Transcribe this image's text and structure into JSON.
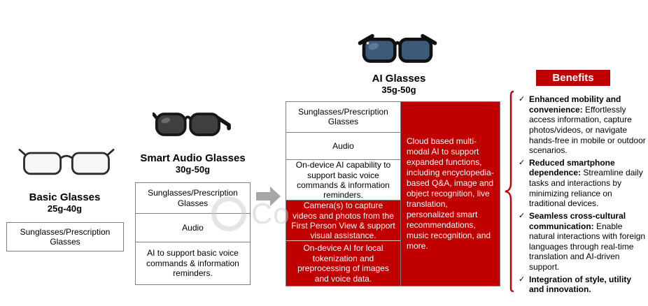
{
  "watermark": {
    "text": "Co"
  },
  "icons": {
    "check": "✓"
  },
  "colors": {
    "accent_red": "#C00000",
    "arrow_gray": "#A6A6A6"
  },
  "basic_glasses": {
    "title": "Basic Glasses",
    "weight": "25g-40g",
    "features": [
      "Sunglasses/Prescription Glasses"
    ]
  },
  "smart_audio_glasses": {
    "title": "Smart Audio Glasses",
    "weight": "30g-50g",
    "features": [
      "Sunglasses/Prescription Glasses",
      "Audio",
      "AI to support basic voice commands & information reminders."
    ]
  },
  "ai_glasses": {
    "title": "AI Glasses",
    "weight": "35g-50g",
    "features": [
      "Sunglasses/Prescription Glasses",
      "Audio",
      "On-device AI capability to support basic voice commands & information reminders.",
      "Camera(s) to capture videos and photos from the First Person View & support visual assistance.",
      "On-device AI for local tokenization and preprocessing of images and voice data."
    ],
    "cloud_feature": "Cloud based multi-modal AI to support expanded functions, including encyclopedia-based Q&A, image and object recognition, live translation, personalized smart recommendations, music recognition, and more."
  },
  "benefits": {
    "title": "Benefits",
    "items": [
      {
        "bold": "Enhanced mobility and convenience:",
        "text": " Effortlessly access information, capture photos/videos, or navigate hands-free in mobile or outdoor scenarios."
      },
      {
        "bold": "Reduced smartphone dependence:",
        "text": " Streamline daily tasks and interactions by minimizing reliance on traditional devices."
      },
      {
        "bold": "Seamless cross-cultural communication:",
        "text": " Enable natural interactions with foreign languages through real-time translation and AI-driven support."
      },
      {
        "bold": "Integration of style, utility and innovation.",
        "text": ""
      }
    ]
  }
}
